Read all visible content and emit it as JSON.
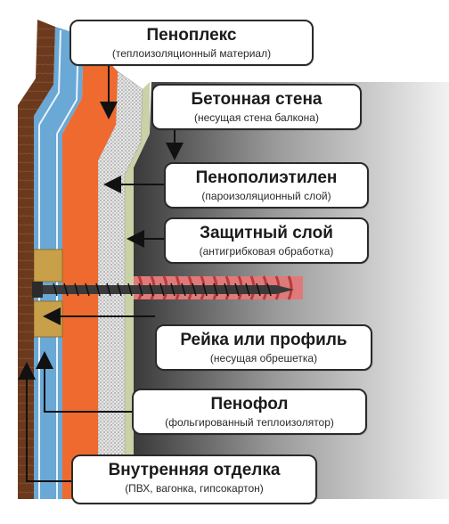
{
  "labels": {
    "penoplex": {
      "title": "Пеноплекс",
      "subtitle": "(теплоизоляционный материал)"
    },
    "concrete": {
      "title": "Бетонная стена",
      "subtitle": "(несущая стена балкона)"
    },
    "foam_pe": {
      "title": "Пенополиэтилен",
      "subtitle": "(пароизоляционный слой)"
    },
    "protective": {
      "title": "Защитный слой",
      "subtitle": "(антигрибковая обработка)"
    },
    "rail": {
      "title": "Рейка или профиль",
      "subtitle": "(несущая обрешетка)"
    },
    "penofol": {
      "title": "Пенофол",
      "subtitle": "(фольгированный теплоизолятор)"
    },
    "inner_finish": {
      "title": "Внутренняя отделка",
      "subtitle": "(ПВХ, вагонка, гипсокартон)"
    }
  },
  "colors": {
    "finish": "#6b3a1e",
    "penofol": "#6aa8d6",
    "rail": "#c8a04a",
    "penoplex": "#ef6a2e",
    "foam_pe": "#d9d9d9",
    "concrete": "#8a8a8a",
    "screw": "#2b2b2b",
    "dowel": "#b83a3a"
  }
}
